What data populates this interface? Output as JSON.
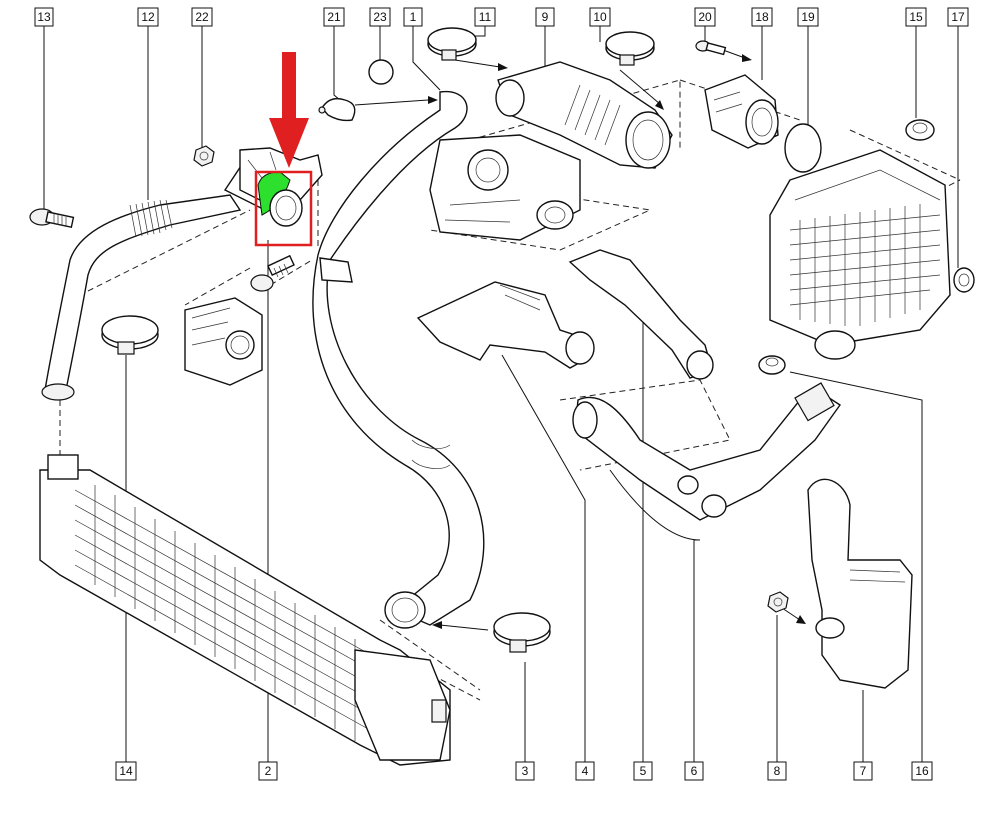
{
  "diagram": {
    "callouts": [
      {
        "id": "c13",
        "text": "13"
      },
      {
        "id": "c12",
        "text": "12"
      },
      {
        "id": "c22",
        "text": "22"
      },
      {
        "id": "c21",
        "text": "21"
      },
      {
        "id": "c23",
        "text": "23"
      },
      {
        "id": "c1",
        "text": "1"
      },
      {
        "id": "c11",
        "text": "11"
      },
      {
        "id": "c9",
        "text": "9"
      },
      {
        "id": "c10",
        "text": "10"
      },
      {
        "id": "c20",
        "text": "20"
      },
      {
        "id": "c18",
        "text": "18"
      },
      {
        "id": "c19",
        "text": "19"
      },
      {
        "id": "c15",
        "text": "15"
      },
      {
        "id": "c17",
        "text": "17"
      },
      {
        "id": "c14",
        "text": "14"
      },
      {
        "id": "c2",
        "text": "2"
      },
      {
        "id": "c3",
        "text": "3"
      },
      {
        "id": "c4",
        "text": "4"
      },
      {
        "id": "c5",
        "text": "5"
      },
      {
        "id": "c6",
        "text": "6"
      },
      {
        "id": "c8",
        "text": "8"
      },
      {
        "id": "c7",
        "text": "7"
      },
      {
        "id": "c16",
        "text": "16"
      }
    ],
    "highlight": {
      "arrow_color": "#e02020",
      "box_color": "#e02020",
      "part_fill": "#2ee02e"
    }
  }
}
